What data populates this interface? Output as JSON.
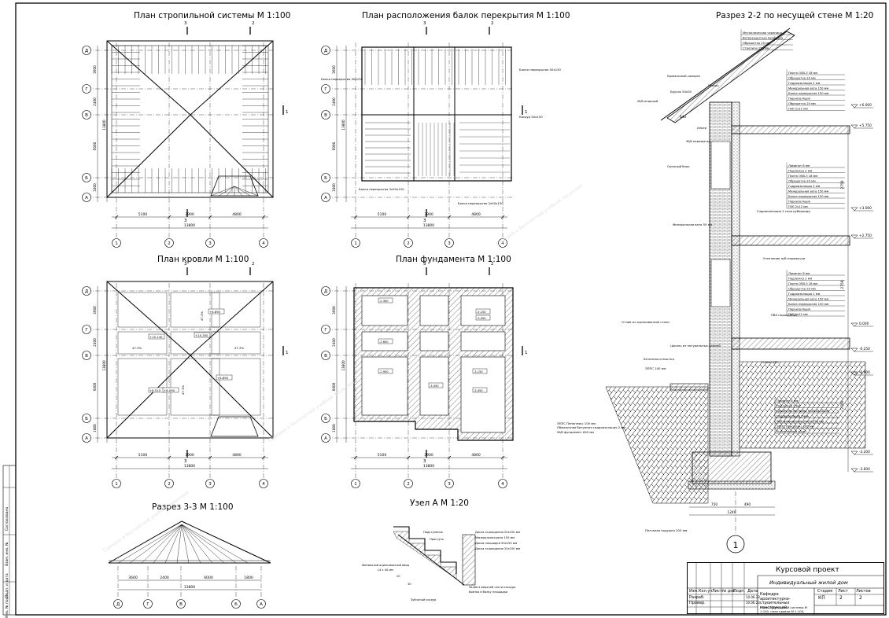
{
  "sheet": {
    "titles": {
      "rafter_plan": "План стропильной системы М 1:100",
      "beam_plan": "План расположения балок перекрытия М 1:100",
      "section_2_2": "Разрез 2-2 по несущей стене М 1:20",
      "roof_plan": "План кровли М 1:100",
      "foundation_plan": "План фундамента М 1:100",
      "section_3_3": "Разрез 3-3 М 1:100",
      "node_a": "Узел А М 1:20"
    },
    "axes": {
      "letters": [
        "Д",
        "Г",
        "В",
        "Б",
        "А"
      ],
      "numbers": [
        "1",
        "2",
        "3",
        "4"
      ],
      "section3_letters": [
        "Д",
        "Г",
        "В",
        "Б",
        "А"
      ]
    },
    "dims": {
      "spans": [
        "5100",
        "3900",
        "4800"
      ],
      "total": "13800",
      "vertical": [
        "3600",
        "2400",
        "6000",
        "1800"
      ],
      "section3": [
        "3600",
        "2400",
        "6000",
        "1800"
      ]
    },
    "section_marks": {
      "three": "3",
      "two": "2",
      "one": "1"
    },
    "roof_plan_marks": [
      "+8.890",
      "+10.140",
      "+6.890",
      "+10.350",
      "+8.510",
      "+8.090",
      "47.3%",
      "47.3%",
      "47.3%",
      "47.3%"
    ],
    "foundation_marks": [
      "-2.300",
      "-2.600",
      "-3.150",
      "-3.450",
      "-3.450",
      "-3.150",
      "-3.450",
      "-2.900"
    ],
    "beam_labels": [
      "Балка перекрытия 50x150",
      "Балка перекрытия 50x150",
      "Косоур 50x150",
      "Балка перекрытия 3x50x150",
      "Балка перекрытия 2x50x150"
    ],
    "section_2_2": {
      "levels": [
        "+6.000",
        "+5.750",
        "+3.000",
        "+2.750",
        "0.000",
        "-0.250",
        "-0.900",
        "-3.200",
        "-3.600"
      ],
      "roof_layers": [
        "Металлическая черепица",
        "Ветрозащитная мембрана",
        "Обрешетка 20 мм",
        "Стропила 150 мм"
      ],
      "slab_layers": [
        "Плита OSB-3 18 мм",
        "Обрешетка 20 мм",
        "Гидроизоляция 2 мм",
        "Минеральная вата 150 мм",
        "Балка перекрытия 150 мм",
        "Пароизоляция",
        "Обрешетка 20 мм",
        "ГВЛ 2x12 мм"
      ],
      "floor_layers": [
        "Ламинат 8 мм",
        "Подложка 2 мм",
        "Плита OSB-3 18 мм",
        "Обрешетка 20 мм",
        "Гидроизоляция 2 мм",
        "Минеральная вата 150 мм",
        "Балка перекрытия 150 мм",
        "Пароизоляция",
        "ГВЛ 2x12 мм"
      ],
      "ground_layers": [
        "Ламинат 8 мм",
        "Подложка 2 мм",
        "Цементно-песчаная стяжка 40 мм",
        "Гидроизоляция 2 мм",
        "Ж/б монолитная плита 150 мм",
        "ЭППС Пеноплэкс 100 мм",
        "Уплотнённый грунт"
      ],
      "labels": [
        "Кровельный саморез",
        "Гвоздь",
        "Брусок 50x50",
        "Ж/б опорный",
        "Анкер",
        "Ж/б перемычка",
        "Оконный блок",
        "Минеральная вата 50 мм",
        "Утепление ж/б перемычки",
        "ПВХ подоконник",
        "Отлив из оцинкованной стали",
        "Цоколь из натуральных камней",
        "Бетонная отмостка",
        "ЭППС 100 мм",
        "Отмос ЦПС",
        "Гидроизоляция 2 слоя рубероида",
        "ЭППС Пеноплэкс 100 мм",
        "Обмазочная битумная гидроизоляция 2 мм",
        "Ж/б фундамент 640 мм",
        "Песчаная подушка 200 мм"
      ],
      "dims": [
        "750",
        "490",
        "1240",
        "2750",
        "2750",
        "2750",
        "640",
        "1.2"
      ],
      "node_number": "1"
    },
    "node_a": {
      "labels": [
        "Подступенок",
        "Проступь",
        "Доска ограждения 20x150 мм",
        "Минеральная вата 150 мм",
        "Доска площадки 50x150 мм",
        "Доска ограждения 20x150 мм",
        "Финишный оцинкованный ввод",
        "Зубчатый косоур",
        "Залив в верхней части косоура",
        "Врезка в балку площадки"
      ],
      "dims": [
        "L4 x 40 мм",
        "20",
        "30"
      ]
    },
    "stamp": {
      "project": "Курсовой проект",
      "subject": "Индивидуальный жилой дом",
      "department": "Кафедра архитектурно-строительных конструкций",
      "sheet_content": "План стропильной системы М 1:100, план кровли М 1:100, план фундамента...",
      "headers": [
        "Изм.",
        "Кол.уч",
        "Лист",
        "№ док",
        "Подп.",
        "Дата"
      ],
      "roles": [
        "Разраб.",
        "Провер."
      ],
      "stage_labels": [
        "Стадия",
        "Лист",
        "Листов"
      ],
      "stage_values": [
        "КП",
        "2",
        "2"
      ],
      "dates": [
        "10.06.23",
        "10.06.23"
      ]
    },
    "side_stamp": [
      "Взам. инв. №",
      "Подп. и дата",
      "Инв. № подл.",
      "Согласовано"
    ],
    "watermark": "Сделано в бесплатной учебной лицензии"
  }
}
